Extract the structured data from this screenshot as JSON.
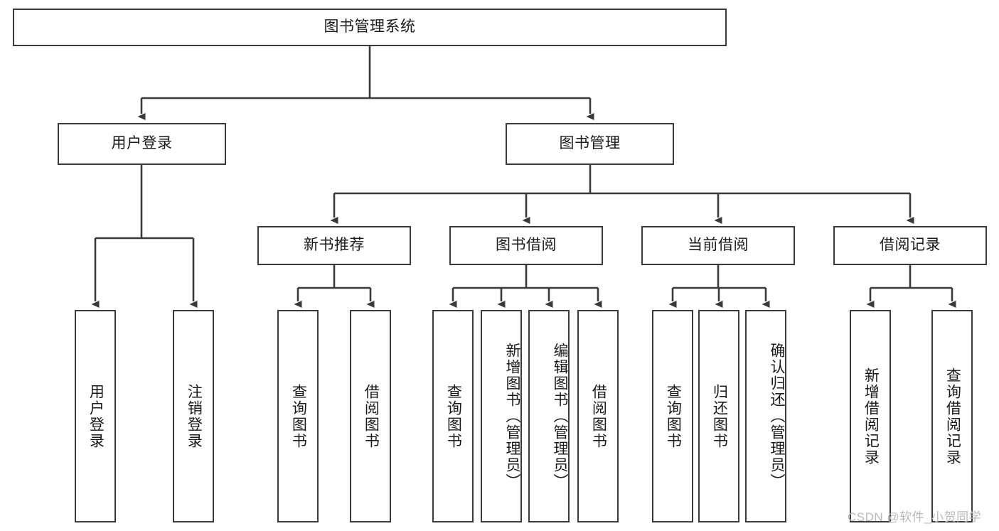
{
  "diagram": {
    "type": "tree",
    "title": "图书管理系统",
    "orientation": "top-down",
    "watermark": "CSDN @软件_小贺同学",
    "colors": {
      "stroke": "#3a3a3a",
      "fill": "#ffffff",
      "text": "#1a1a1a",
      "watermark": "#b9b9b9"
    },
    "nodes": {
      "root": {
        "label": "图书管理系统",
        "level": 0,
        "text_dir": "horizontal"
      },
      "l1": [
        {
          "id": "user-login",
          "label": "用户登录",
          "text_dir": "horizontal"
        },
        {
          "id": "book-manage",
          "label": "图书管理",
          "text_dir": "horizontal"
        }
      ],
      "l2": [
        {
          "id": "new-book-recommend",
          "label": "新书推荐",
          "parent": "book-manage",
          "text_dir": "horizontal"
        },
        {
          "id": "book-borrow",
          "label": "图书借阅",
          "parent": "book-manage",
          "text_dir": "horizontal"
        },
        {
          "id": "current-borrow",
          "label": "当前借阅",
          "parent": "book-manage",
          "text_dir": "horizontal"
        },
        {
          "id": "borrow-record",
          "label": "借阅记录",
          "parent": "book-manage",
          "text_dir": "horizontal"
        }
      ],
      "leaves": [
        {
          "id": "leaf-user-login",
          "label": "用户登录",
          "parent": "user-login",
          "text_dir": "vertical"
        },
        {
          "id": "leaf-user-logout",
          "label": "注销登录",
          "parent": "user-login",
          "text_dir": "vertical"
        },
        {
          "id": "leaf-query-book-1",
          "label": "查询图书",
          "parent": "new-book-recommend",
          "text_dir": "vertical"
        },
        {
          "id": "leaf-borrow-book-1",
          "label": "借阅图书",
          "parent": "new-book-recommend",
          "text_dir": "vertical"
        },
        {
          "id": "leaf-query-book-2",
          "label": "查询图书",
          "parent": "book-borrow",
          "text_dir": "vertical"
        },
        {
          "id": "leaf-add-book",
          "label": "新增图书（管理员）",
          "parent": "book-borrow",
          "text_dir": "vertical"
        },
        {
          "id": "leaf-edit-book",
          "label": "编辑图书（管理员）",
          "parent": "book-borrow",
          "text_dir": "vertical"
        },
        {
          "id": "leaf-borrow-book-2",
          "label": "借阅图书",
          "parent": "book-borrow",
          "text_dir": "vertical"
        },
        {
          "id": "leaf-query-book-3",
          "label": "查询图书",
          "parent": "current-borrow",
          "text_dir": "vertical"
        },
        {
          "id": "leaf-return-book",
          "label": "归还图书",
          "parent": "current-borrow",
          "text_dir": "vertical"
        },
        {
          "id": "leaf-confirm-return",
          "label": "确认归还（管理员）",
          "parent": "current-borrow",
          "text_dir": "vertical"
        },
        {
          "id": "leaf-add-record",
          "label": "新增借阅记录",
          "parent": "borrow-record",
          "text_dir": "vertical"
        },
        {
          "id": "leaf-query-record",
          "label": "查询借阅记录",
          "parent": "borrow-record",
          "text_dir": "vertical"
        }
      ]
    }
  }
}
